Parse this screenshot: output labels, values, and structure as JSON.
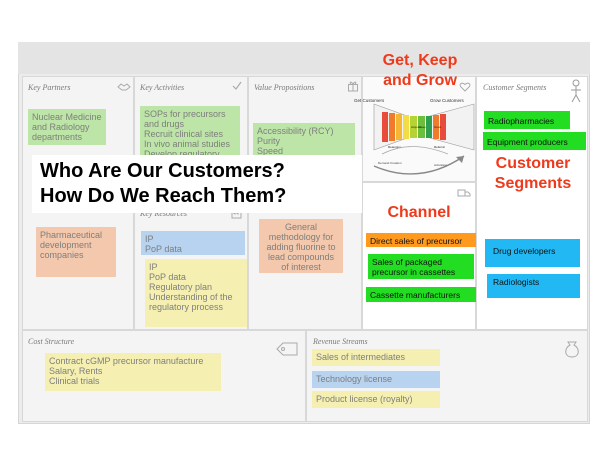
{
  "canvas": {
    "key_partners": {
      "header": "Key Partners",
      "notes": [
        "Nuclear Medicine and Radiology departments",
        "Pharmaceutical development companies"
      ]
    },
    "key_activities": {
      "header": "Key Activities",
      "notes": [
        "SOPs for precursors and drugs",
        "Recruit clinical sites",
        "In vivo animal studies",
        "Develop regulatory"
      ]
    },
    "key_resources": {
      "header": "Key Resources",
      "notes": [
        "IP",
        "PoP data"
      ],
      "note2": [
        "IP",
        "PoP data",
        "Regulatory plan",
        "Understanding of the regulatory process"
      ]
    },
    "value_propositions": {
      "header": "Value Propositions",
      "notes": [
        "Accessibility (RCY)",
        "Purity",
        "Speed"
      ],
      "note2": "General methodology for adding fluorine to lead compounds of interest"
    },
    "get_keep_grow": [
      "Get, Keep",
      "and Grow"
    ],
    "funnel": {
      "left_label": "Get Customers",
      "right_label": "Grow Customers",
      "side_labels": [
        "Demand Creation",
        "Activation"
      ],
      "tiny": [
        "Acquire",
        "Keep",
        "Grow",
        "Retention",
        "Referral"
      ]
    },
    "channel": {
      "title": "Channel",
      "items": [
        "Direct sales of precursor",
        "Sales of packaged precursor in cassettes",
        "Cassette manufacturers"
      ]
    },
    "customer_segments": {
      "header": "Customer Segments",
      "title": [
        "Customer",
        "Segments"
      ],
      "green": [
        "Radiopharmacies",
        "Equipment producers"
      ],
      "blue": [
        "Drug developers",
        "Radiologists"
      ]
    },
    "cost_structure": {
      "header": "Cost Structure",
      "notes": [
        "Contract cGMP precursor manufacture",
        "Salary, Rents",
        "Clinical trials"
      ]
    },
    "revenue_streams": {
      "header": "Revenue Streams",
      "items": [
        "Sales of intermediates",
        "Technology license",
        "Product license (royalty)"
      ]
    }
  },
  "overlay": {
    "line1": "Who Are Our Customers?",
    "line2": "How Do We Reach Them?"
  },
  "colors": {
    "sticky_green": "#bde5a7",
    "sticky_orange": "#f3c8ac",
    "sticky_blue": "#b7d3ef",
    "sticky_yellow": "#f5f0b2",
    "bright_green": "#22dd22",
    "bright_orange": "#ff9a1e",
    "bright_blue": "#21b8f3",
    "accent_red": "#ee3a1c"
  },
  "icons": [
    "handshake-icon",
    "checkmark-icon",
    "gift-icon",
    "factory-icon",
    "heart-icon",
    "person-icon",
    "truck-icon",
    "tag-icon",
    "money-bag-icon"
  ]
}
